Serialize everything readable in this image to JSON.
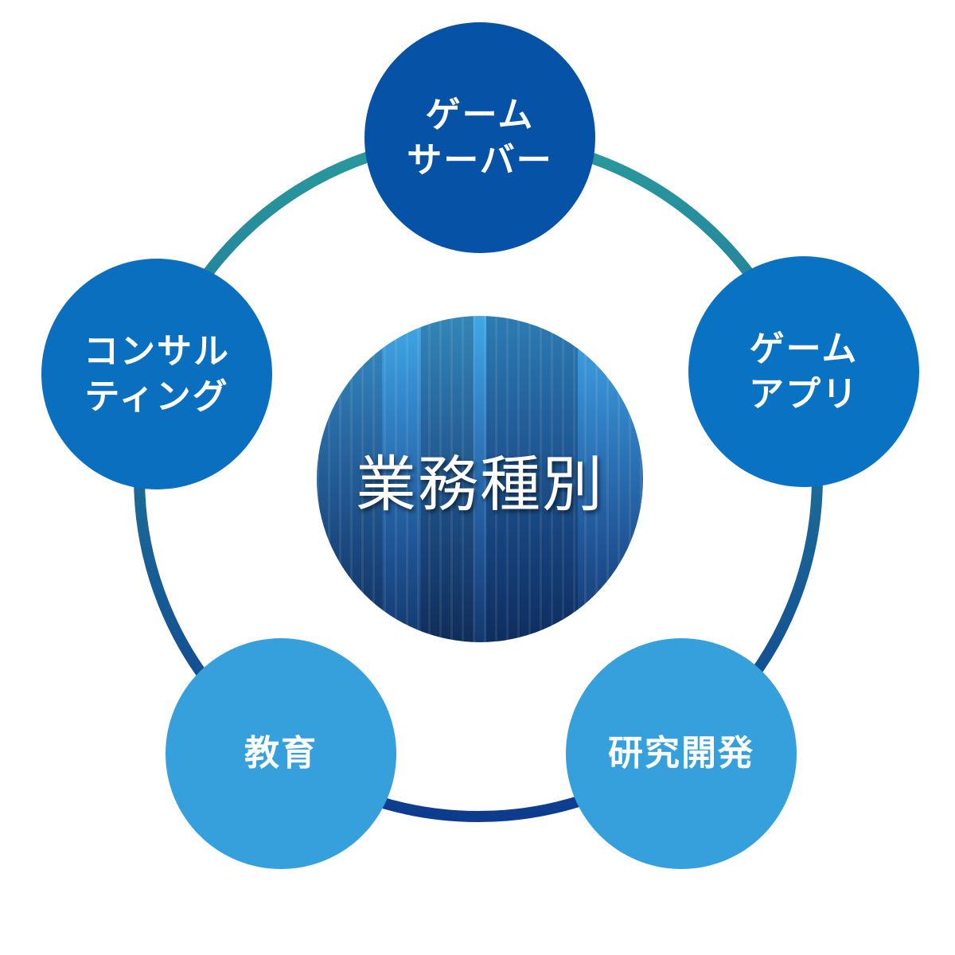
{
  "center": {
    "title": "業務種別"
  },
  "nodes": [
    {
      "line1": "ゲーム",
      "line2": "サーバー",
      "color": "#0552a6"
    },
    {
      "line1": "ゲーム",
      "line2": "アプリ",
      "color": "#0a72c2"
    },
    {
      "line1": "研究開発",
      "line2": "",
      "color": "#35a0dc"
    },
    {
      "line1": "教育",
      "line2": "",
      "color": "#35a0dc"
    },
    {
      "line1": "コンサル",
      "line2": "ティング",
      "color": "#0a6fbe"
    }
  ],
  "ring_colors": {
    "top": "#2a9a9e",
    "bottom": "#0d3c8f"
  }
}
